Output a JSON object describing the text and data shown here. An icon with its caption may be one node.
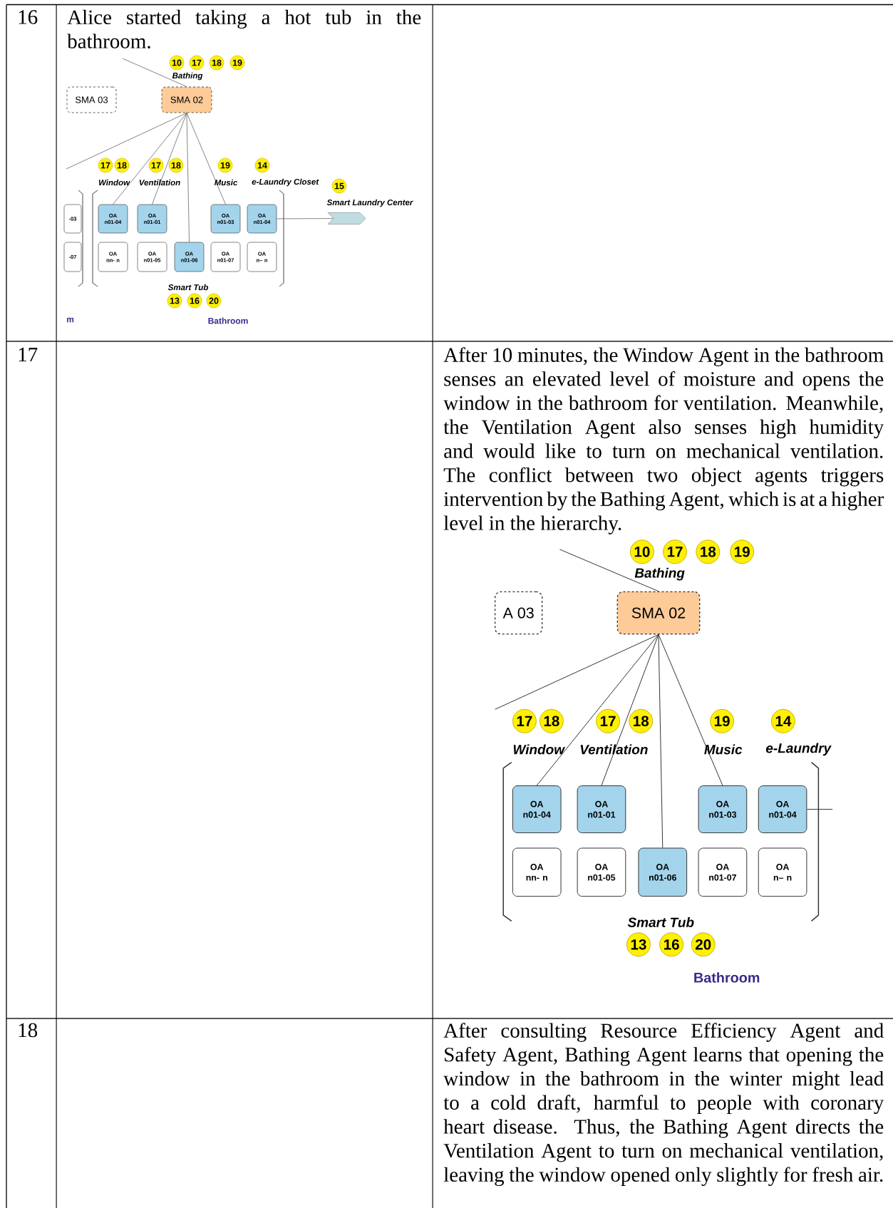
{
  "diagram": {
    "nodes": [
      {
        "text": [
          "10"
        ]
      },
      {
        "text": [
          "17"
        ]
      },
      {
        "text": [
          "18"
        ]
      },
      {
        "text": [
          "19"
        ]
      },
      {
        "text": [
          "SMA 03"
        ]
      },
      {
        "text": [
          "SMA 02"
        ]
      },
      {
        "text": [
          "17"
        ]
      },
      {
        "text": [
          "18"
        ]
      },
      {
        "text": [
          "17"
        ]
      },
      {
        "text": [
          "18"
        ]
      },
      {
        "text": [
          "19"
        ]
      },
      {
        "text": [
          "14"
        ]
      },
      {
        "text": [
          "15"
        ]
      },
      {
        "text": [
          "-03"
        ]
      },
      {
        "text": [
          "OA n01-04"
        ]
      },
      {
        "text": [
          "OA n01-01"
        ]
      },
      {
        "text": [
          "OA n01-03"
        ]
      },
      {
        "text": [
          "OA n01-04"
        ]
      },
      {
        "text": [],
        "shape": "chevron",
        "beside": [
          "Smart Laundry Center"
        ]
      },
      {
        "text": [
          "-07"
        ]
      },
      {
        "text": [
          "OA nn- n"
        ]
      },
      {
        "text": [
          "OA n01-05"
        ]
      },
      {
        "text": [
          "OA n01-06"
        ]
      },
      {
        "text": [
          "OA n01-07"
        ]
      },
      {
        "text": [
          "OA n– n"
        ]
      },
      {
        "text": [
          "13"
        ]
      },
      {
        "text": [
          "16"
        ]
      },
      {
        "text": [
          "20"
        ]
      },
      {
        "text": [
          "10"
        ]
      },
      {
        "text": [
          "17"
        ]
      },
      {
        "text": [
          "18"
        ]
      },
      {
        "text": [
          "19"
        ]
      },
      {
        "text": [
          "A 03"
        ]
      },
      {
        "text": [
          "SMA 02"
        ]
      },
      {
        "text": [
          "17"
        ]
      },
      {
        "text": [
          "18"
        ]
      },
      {
        "text": [
          "17"
        ]
      },
      {
        "text": [
          "18"
        ]
      },
      {
        "text": [
          "19"
        ]
      },
      {
        "text": [
          "14"
        ]
      },
      {
        "text": [
          "OA n01-04"
        ]
      },
      {
        "text": [
          "OA n01-01"
        ]
      },
      {
        "text": [
          "OA n01-03"
        ]
      },
      {
        "text": [
          "OA n01-04"
        ]
      },
      {
        "text": [
          "OA nn- n"
        ]
      },
      {
        "text": [
          "OA n01-05"
        ]
      },
      {
        "text": [
          "OA n01-06"
        ]
      },
      {
        "text": [
          "OA n01-07"
        ]
      },
      {
        "text": [
          "OA n– n"
        ]
      },
      {
        "text": [
          "13"
        ]
      },
      {
        "text": [
          "16"
        ]
      },
      {
        "text": [
          "20"
        ]
      }
    ],
    "edges": [
      {
        "from": null,
        "to": 5,
        "arrow": "none"
      },
      {
        "from": 5,
        "to": null,
        "arrow": "none"
      },
      {
        "from": 5,
        "to": 14,
        "arrow": "none"
      },
      {
        "from": 5,
        "to": 15,
        "arrow": "none"
      },
      {
        "from": 5,
        "to": 22,
        "arrow": "none"
      },
      {
        "from": 5,
        "to": 16,
        "arrow": "none"
      },
      {
        "from": 17,
        "to": 18,
        "arrow": "none"
      },
      {
        "from": null,
        "to": 33,
        "arrow": "none"
      },
      {
        "from": 33,
        "to": null,
        "arrow": "none"
      },
      {
        "from": 33,
        "to": 40,
        "arrow": "none"
      },
      {
        "from": 33,
        "to": 41,
        "arrow": "none"
      },
      {
        "from": 33,
        "to": 46,
        "arrow": "none"
      },
      {
        "from": 33,
        "to": 42,
        "arrow": "none"
      },
      {
        "from": 43,
        "to": null,
        "arrow": "none"
      }
    ],
    "labels": [
      "16",
      "Alice started taking a hot tub in the bathroom.",
      "Bathing",
      "Window",
      "Ventilation",
      "Music",
      "e-Laundry Closet",
      "Smart Tub",
      "m",
      "Bathroom",
      "17",
      "After 10 minutes, the Window Agent in the bathroom senses an elevated level of moisture and opens the window in the bathroom for ventilation. Meanwhile, the Ventilation Agent also senses high humidity and would like to turn on mechanical ventilation. The conflict between two object agents triggers intervention by the Bathing Agent, which is at a higher level in the hierarchy.",
      "Bathing",
      "Window",
      "Ventilation",
      "Music",
      "e-Laundry",
      "Smart Tub",
      "Bathroom",
      "18",
      "After consulting Resource Efficiency Agent and Safety Agent, Bathing Agent learns that opening the window in the bathroom in the winter might lead to a cold draft, harmful to people with coronary heart disease. Thus, the Bathing Agent directs the Ventilation Agent to turn on mechanical ventilation, leaving the window opened only slightly for fresh air."
    ]
  }
}
